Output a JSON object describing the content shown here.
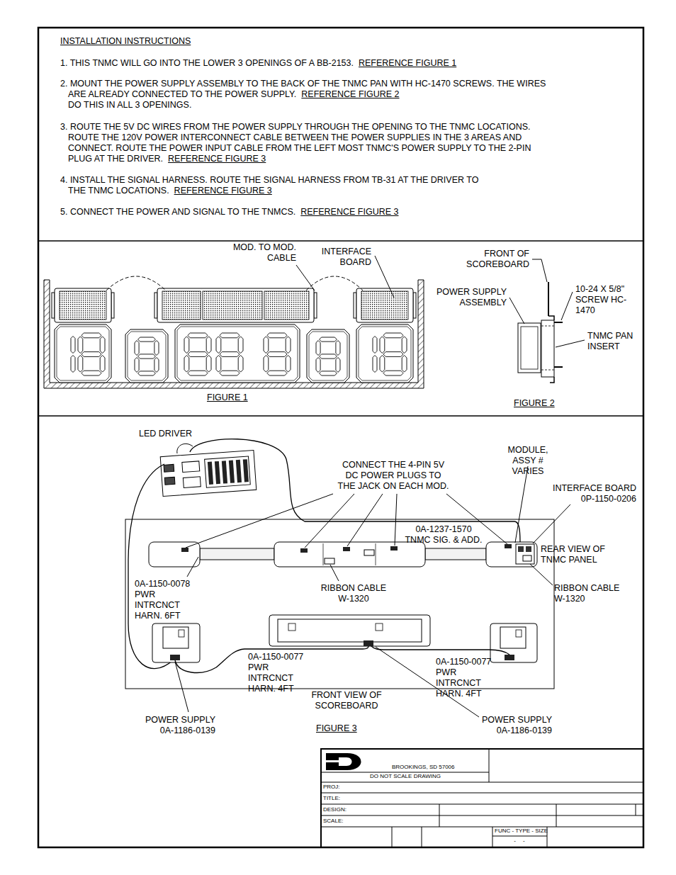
{
  "diagram": {
    "nodes": [
      {
        "text": [
          "INSTALLATION INSTRUCTIONS",
          "1. THIS TNMC WILL GO INTO THE LOWER 3 OPENINGS OF A BB-2153.",
          "REFERENCE FIGURE 1",
          "2. MOUNT THE POWER SUPPLY ASSEMBLY TO THE BACK OF THE TNMC PAN WITH HC-1470 SCREWS. THE WIRES ARE ALREADY CONNECTED TO THE POWER SUPPLY.",
          "REFERENCE FIGURE 2",
          "DO THIS IN ALL 3 OPENINGS.",
          "3. ROUTE THE 5V DC WIRES FROM THE POWER SUPPLY THROUGH THE OPENING TO THE TNMC LOCATIONS. ROUTE THE 120V POWER INTERCONNECT CABLE BETWEEN THE POWER SUPPLIES IN THE 3 AREAS AND CONNECT. ROUTE THE POWER INPUT CABLE FROM THE LEFT MOST TNMC'S POWER SUPPLY TO THE 2-PIN PLUG AT THE DRIVER.",
          "REFERENCE FIGURE 3",
          "4. INSTALL THE SIGNAL HARNESS. ROUTE THE SIGNAL HARNESS FROM TB-31 AT THE DRIVER TO THE TNMC LOCATIONS.",
          "REFERENCE FIGURE 3",
          "5. CONNECT THE POWER AND SIGNAL TO THE TNMCS.",
          "REFERENCE FIGURE 3"
        ]
      }
    ],
    "labels": [
      "MOD. TO MOD. CABLE",
      "INTERFACE BOARD",
      "FRONT OF SCOREBOARD",
      "POWER SUPPLY ASSEMBLY",
      "10-24 X 5/8\" SCREW HC-1470",
      "TNMC PAN INSERT",
      "FIGURE 1",
      "FIGURE 2",
      "LED DRIVER",
      "MODULE, ASSY # VARIES",
      "CONNECT THE 4-PIN 5V DC POWER PLUGS TO THE JACK ON EACH MOD.",
      "INTERFACE BOARD 0P-1150-0206",
      "0A-1237-1570 TNMC SIG. & ADD.",
      "REAR VIEW OF TNMC PANEL",
      "0A-1150-0078 PWR INTRCNCT HARN. 6FT",
      "RIBBON CABLE W-1320",
      "RIBBON CABLE W-1320",
      "0A-1150-0077 PWR INTRCNCT HARN. 4FT",
      "0A-1150-0077 PWR INTRCNCT HARN. 4FT",
      "FRONT VIEW OF SCOREBOARD",
      "POWER SUPPLY 0A-1186-0139",
      "FIGURE 3",
      "POWER SUPPLY 0A-1186-0139",
      "BROOKINGS, SD 57006",
      "DO NOT SCALE DRAWING",
      "PROJ:",
      "TITLE:",
      "DESIGN:",
      "SCALE:",
      "FUNC - TYPE - SIZE",
      "- -"
    ]
  }
}
